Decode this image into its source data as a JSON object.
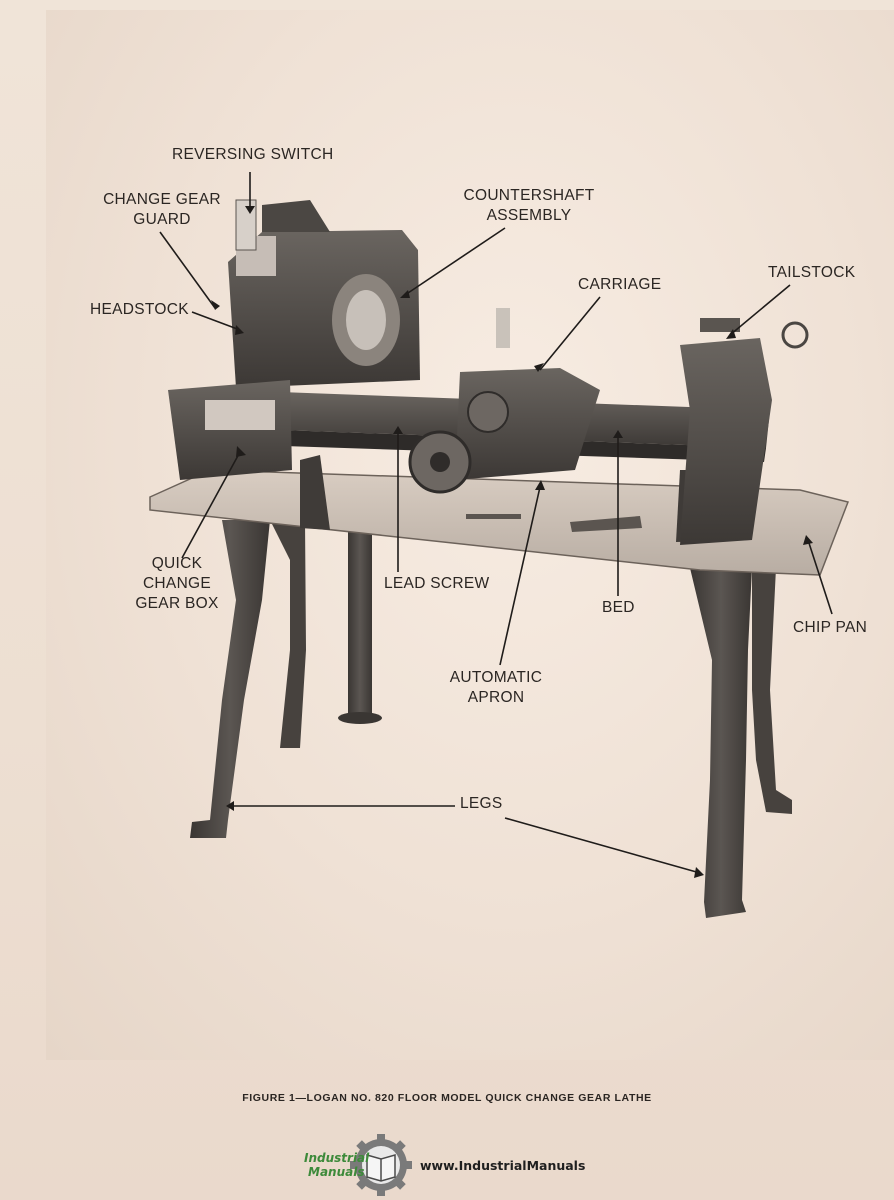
{
  "figure": {
    "labels": {
      "reversing_switch": "REVERSING SWITCH",
      "change_gear_guard_1": "CHANGE GEAR",
      "change_gear_guard_2": "GUARD",
      "countershaft_1": "COUNTERSHAFT",
      "countershaft_2": "ASSEMBLY",
      "headstock": "HEADSTOCK",
      "carriage": "CARRIAGE",
      "tailstock": "TAILSTOCK",
      "quick_change_1": "QUICK",
      "quick_change_2": "CHANGE",
      "quick_change_3": "GEAR BOX",
      "lead_screw": "LEAD SCREW",
      "bed": "BED",
      "chip_pan": "CHIP PAN",
      "apron_1": "AUTOMATIC",
      "apron_2": "APRON",
      "legs": "LEGS"
    },
    "caption": "FIGURE 1—LOGAN NO. 820 FLOOR MODEL QUICK CHANGE GEAR LATHE"
  },
  "footer": {
    "logo_line1": "Industrial",
    "logo_line2": "Manuals",
    "website": "www.IndustrialManuals"
  },
  "icons": {
    "logo": "gear-book-logo"
  },
  "colors": {
    "paper": "#efe2d6",
    "machine": "#4a4642",
    "logo_green": "#3d8a3a"
  }
}
